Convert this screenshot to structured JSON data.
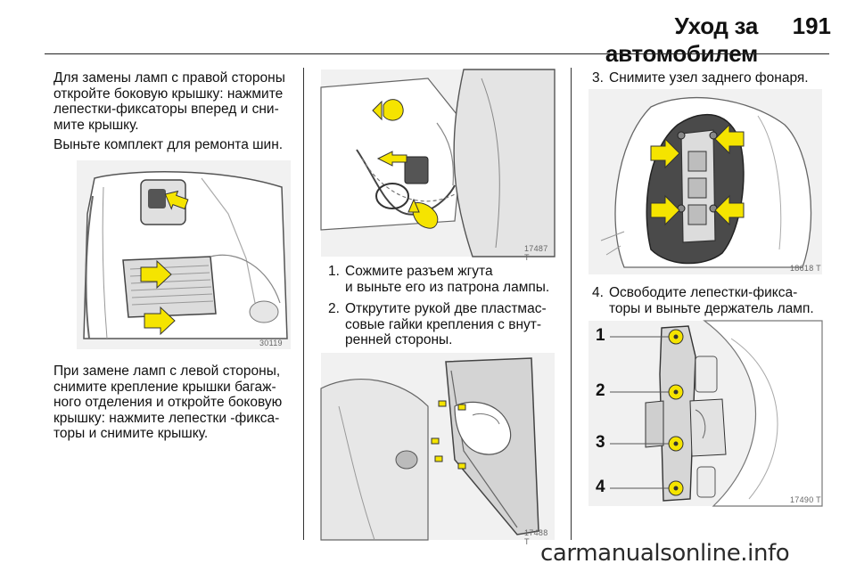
{
  "header": {
    "title": "Уход за автомобилем",
    "page_number": "191"
  },
  "column1": {
    "para1_lines": [
      "Для замены ламп с правой стороны",
      "откройте боковую крышку: нажмите",
      "лепестки-фиксаторы вперед и сни-",
      "мите крышку."
    ],
    "para2": "Выньте комплект для ремонта шин.",
    "figure1_code": "30119",
    "para3_lines": [
      "При замене ламп с левой стороны,",
      "снимите крепление крышки багаж-",
      "ного отделения и откройте боковую",
      "крышку: нажмите лепестки -фикса-",
      "торы и снимите крышку."
    ]
  },
  "column2": {
    "figure2_code": "17487 T",
    "steps": [
      {
        "num": "1.",
        "lines": [
          "Сожмите разъем жгута",
          "и выньте его из патрона лампы."
        ]
      },
      {
        "num": "2.",
        "lines": [
          "Открутите рукой две пластмас-",
          "совые гайки крепления с внут-",
          "ренней стороны."
        ]
      }
    ],
    "figure3_code": "17488 T"
  },
  "column3": {
    "step3": {
      "num": "3.",
      "text": "Снимите узел заднего фонаря."
    },
    "figure4_code": "18618 T",
    "step4": {
      "num": "4.",
      "lines": [
        "Освободите лепестки-фикса-",
        "торы и выньте держатель ламп."
      ]
    },
    "figure5_code": "17490 T",
    "callouts": [
      "1",
      "2",
      "3",
      "4"
    ]
  },
  "footer": {
    "watermark": "carmanualsonline.info"
  },
  "colors": {
    "arrow_yellow": "#f5e400",
    "arrow_outline": "#333333",
    "figure_bg": "#f1f1f1"
  }
}
